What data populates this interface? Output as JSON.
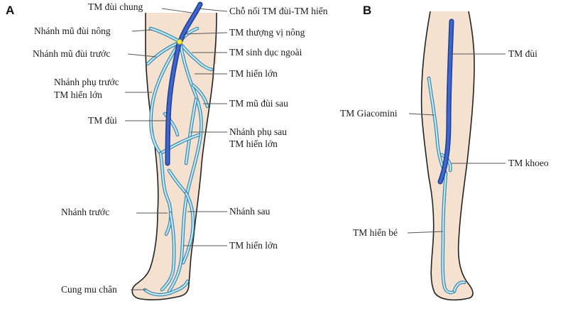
{
  "panels": {
    "a": "A",
    "b": "B"
  },
  "labels": {
    "tm_dui_chung": "TM đùi chung",
    "cho_noi": "Chỗ nối TM đùi-TM hiển",
    "nhanh_mu_dui_nong": "Nhánh mũ đùi nông",
    "tm_thuong_vi_nong": "TM thượng vị nông",
    "nhanh_mu_dui_truoc": "Nhánh mũ đùi trước",
    "tm_sinh_duc_ngoai": "TM sinh dục ngoài",
    "tm_hien_lon_a": "TM hiển lớn",
    "nhanh_phu_truoc_1": "Nhánh phụ trước",
    "nhanh_phu_truoc_2": "TM hiển lớn",
    "tm_mu_dui_sau": "TM mũ đùi sau",
    "tm_dui_a": "TM đùi",
    "nhanh_phu_sau_1": "Nhánh phụ sau",
    "nhanh_phu_sau_2": "TM hiển lớn",
    "nhanh_truoc": "Nhánh trước",
    "nhanh_sau": "Nhánh sau",
    "tm_hien_lon_b": "TM hiển lớn",
    "cung_mu_chan": "Cung mu chân",
    "tm_dui_b": "TM đùi",
    "tm_giacomini": "TM Giacomini",
    "tm_khoeo": "TM khoeo",
    "tm_hien_be": "TM hiển bé"
  },
  "colors": {
    "skin": "#f5e1cf",
    "deep_vein": "#2f56c0",
    "superficial_vein": "#8fd6ef",
    "junction": "#f4ee3a"
  }
}
